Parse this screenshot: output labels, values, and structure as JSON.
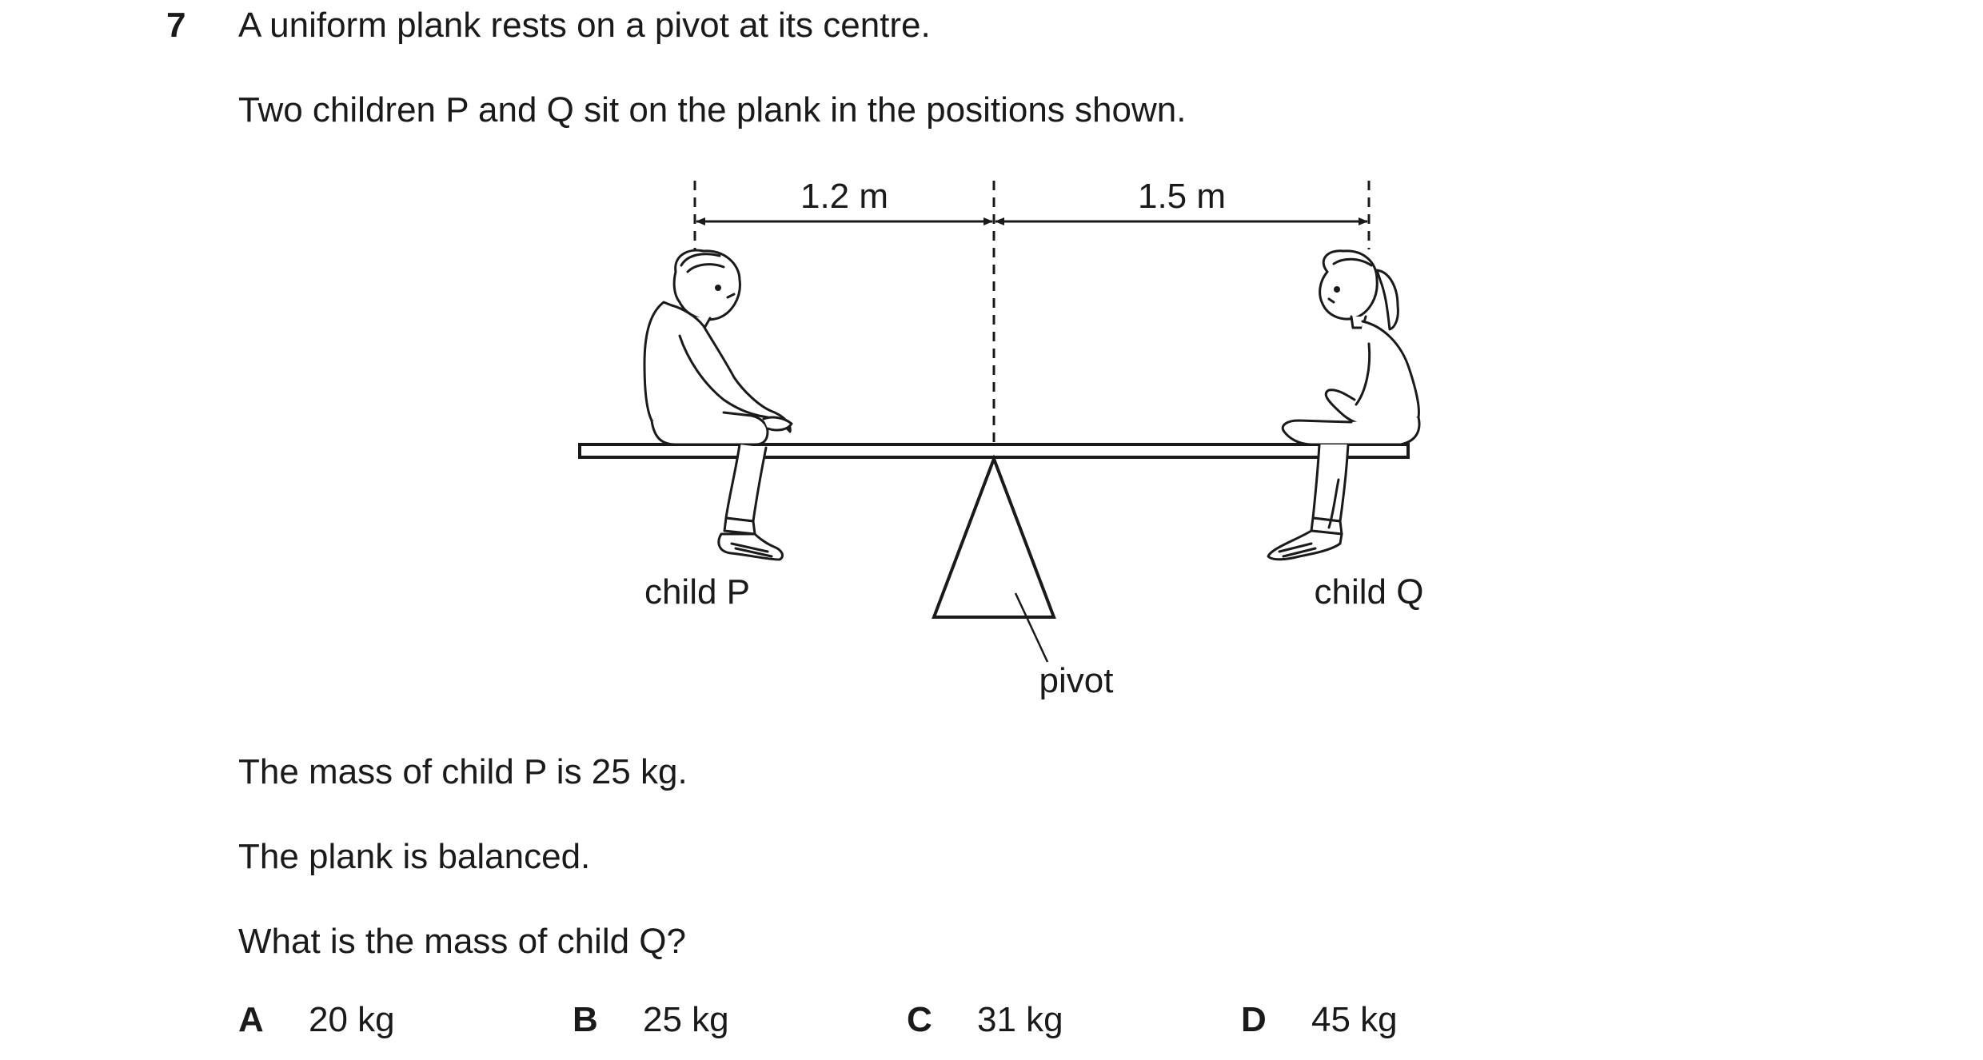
{
  "question": {
    "number": "7",
    "line1": "A uniform plank rests on a pivot at its centre.",
    "line2": "Two children P and Q sit on the plank in the positions shown.",
    "line3": "The mass of child P is 25 kg.",
    "line4": "The plank is balanced.",
    "line5": "What is the mass of child Q?"
  },
  "diagram": {
    "distance_left": "1.2 m",
    "distance_right": "1.5 m",
    "label_child_p": "child P",
    "label_child_q": "child Q",
    "label_pivot": "pivot"
  },
  "options": [
    {
      "letter": "A",
      "value": "20 kg"
    },
    {
      "letter": "B",
      "value": "25 kg"
    },
    {
      "letter": "C",
      "value": "31 kg"
    },
    {
      "letter": "D",
      "value": "45 kg"
    }
  ]
}
